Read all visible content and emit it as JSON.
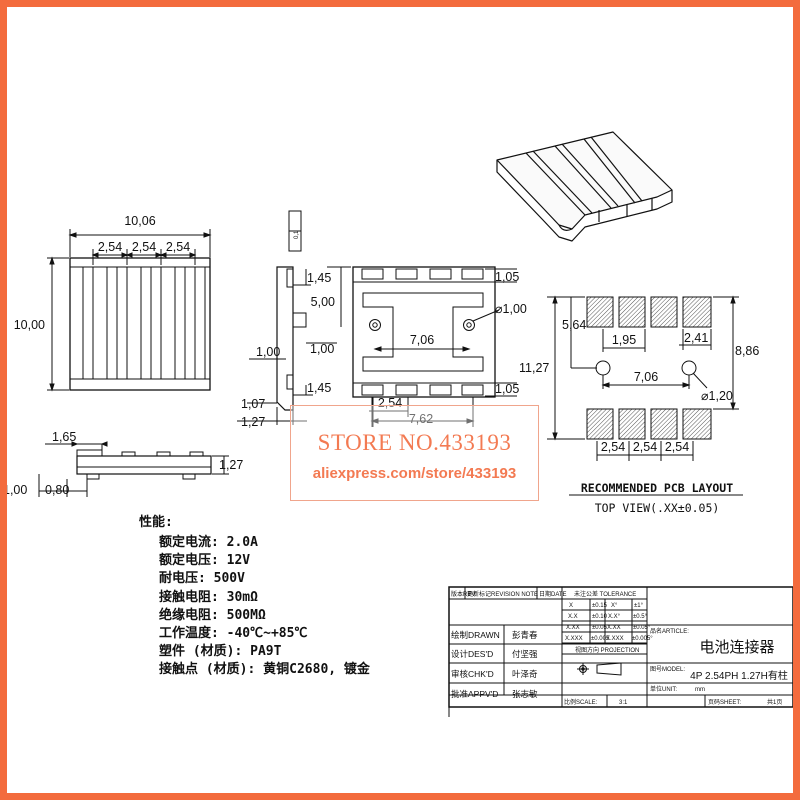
{
  "colors": {
    "frame": "#f36b3d",
    "line": "#111111",
    "hatch": "#555555",
    "watermark": "#f37a52"
  },
  "top_view": {
    "width": "10,06",
    "pitch": [
      "2,54",
      "2,54",
      "2,54"
    ],
    "height": "10,00"
  },
  "side_view": {
    "length": "1,65",
    "height": "1,27",
    "standoff": "1,00",
    "foot": "0,80"
  },
  "front_view": {
    "tab_rotated": "0,1",
    "d_1_45_top": "1,45",
    "d_5_00": "5,00",
    "d_1_00_a": "1,00",
    "d_1_00_b": "1,00",
    "d_1_45_mid": "1,45",
    "d_1_07": "1,07",
    "d_1_27": "1,27",
    "d_1_05_top": "1,05",
    "d_1_05_bot": "1,05",
    "hole_dia": "⌀1,00",
    "hole_span": "7,06",
    "pitch": "2,54",
    "span": "7,62"
  },
  "pcb_layout": {
    "d_5_64": "5,64",
    "d_11_27": "11,27",
    "d_1_95": "1,95",
    "d_2_41": "2,41",
    "d_8_86": "8,86",
    "hole_span": "7,06",
    "hole_dia": "⌀1,20",
    "pitch": [
      "2,54",
      "2,54",
      "2,54"
    ],
    "title": "RECOMMENDED PCB LAYOUT",
    "subtitle": "TOP VIEW(.XX±0.05)"
  },
  "watermark": {
    "title": "STORE NO.433193",
    "url": "aliexpress.com/store/433193"
  },
  "specs": {
    "title": "性能:",
    "lines": [
      "额定电流: 2.0A",
      "额定电压: 12V",
      "耐电压: 500V",
      "接触电阻: 30mΩ",
      "绝缘电阻: 500MΩ",
      "工作温度: -40℃~+85℃",
      "塑件 (材质): PA9T",
      "接触点 (材质): 黄铜C2680, 镀金"
    ]
  },
  "title_block": {
    "rev_header": [
      "版本REV.",
      "更新标记REVISION NOTE",
      "日期DATE"
    ],
    "tolerance_header": "未注公差 TOLERANCE",
    "tolerances": [
      [
        "X",
        "±0.15",
        "X°",
        "±1°"
      ],
      [
        "X.X",
        "±0.10",
        "X.X°",
        "±0.5°"
      ],
      [
        "X.XX",
        "±0.05",
        "X.XX",
        "±0.05°"
      ],
      [
        "X.XXX",
        "±0.005",
        "X.XXX",
        "±0.005°"
      ]
    ],
    "projection_label": "视图方向 PROJECTION",
    "roles": [
      {
        "role": "绘制DRAWN",
        "name": "彭青春"
      },
      {
        "role": "设计DES'D",
        "name": "付坚强"
      },
      {
        "role": "审核CHK'D",
        "name": "叶泽奇"
      },
      {
        "role": "批准APPV'D",
        "name": "张志敏"
      }
    ],
    "article_label": "品名ARTICLE:",
    "article": "电池连接器",
    "model_label": "图号MODEL:",
    "model": "4P 2.54PH 1.27H有柱",
    "unit_label": "单位UNIT:",
    "unit": "mm",
    "scale_label": "比例SCALE:",
    "scale": "3:1",
    "sheet_label": "页码SHEET:",
    "sheet": "共1页"
  }
}
